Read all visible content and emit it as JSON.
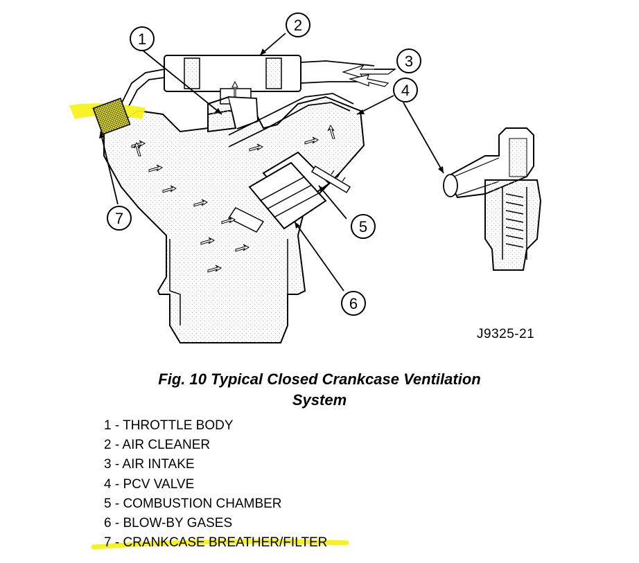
{
  "figure": {
    "code": "J9325-21",
    "caption_line1": "Fig. 10 Typical Closed Crankcase Ventilation",
    "caption_line2": "System"
  },
  "callouts": [
    "1",
    "2",
    "3",
    "4",
    "5",
    "6",
    "7"
  ],
  "legend": [
    "1 - THROTTLE BODY",
    "2 - AIR CLEANER",
    "3 - AIR INTAKE",
    "4 - PCV VALVE",
    "5 - COMBUSTION CHAMBER",
    "6 - BLOW-BY GASES",
    "7 - CRANKCASE BREATHER/FILTER"
  ],
  "colors": {
    "highlight": "#f7f21e",
    "line": "#000000"
  }
}
